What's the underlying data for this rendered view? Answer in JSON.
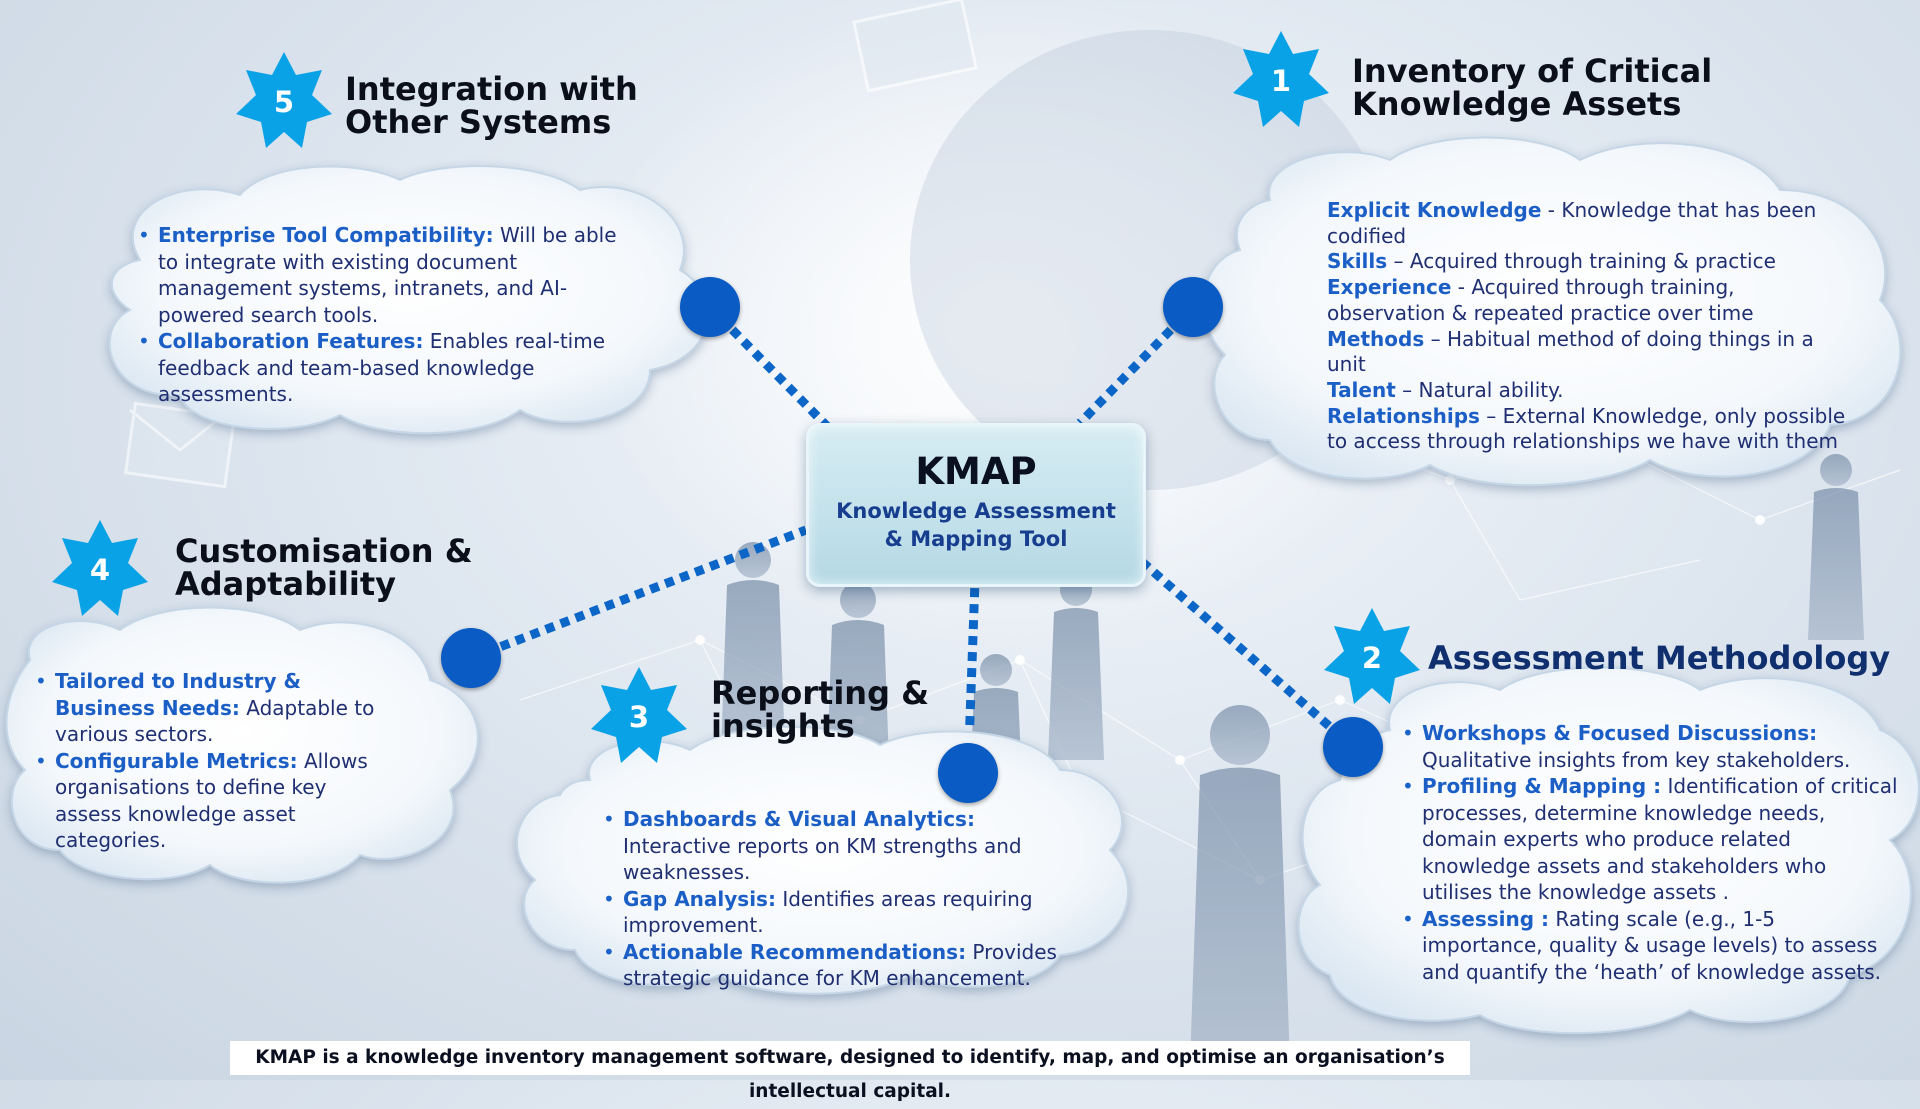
{
  "center": {
    "title": "KMAP",
    "subtitle": "Knowledge Assessment\n& Mapping Tool"
  },
  "sections": {
    "s1": {
      "number": "1",
      "title": "Inventory  of Critical\nKnowledge Assets",
      "items": [
        {
          "term": "Explicit Knowledge",
          "text": " - Knowledge that has been codified"
        },
        {
          "term": "Skills",
          "text": " – Acquired through training & practice"
        },
        {
          "term": "Experience",
          "text": "  - Acquired through training, observation & repeated practice over time"
        },
        {
          "term": "Methods",
          "text": " – Habitual method of doing things in a unit"
        },
        {
          "term": "Talent",
          "text": " – Natural ability."
        },
        {
          "term": "Relationships",
          "text": " – External Knowledge, only possible to access through relationships we have with them"
        }
      ]
    },
    "s2": {
      "number": "2",
      "title": "Assessment Methodology",
      "items": [
        {
          "term": "Workshops & Focused Discussions:",
          "text": " Qualitative insights from key stakeholders."
        },
        {
          "term": "Profiling & Mapping :",
          "text": " Identification of critical processes,  determine knowledge needs, domain experts who  produce related knowledge assets and stakeholders who utilises the knowledge assets ."
        },
        {
          "term": "Assessing :",
          "text": " Rating scale (e.g., 1-5 importance, quality & usage levels) to assess and quantify the ‘heath’ of knowledge assets."
        }
      ]
    },
    "s3": {
      "number": "3",
      "title": "Reporting &\ninsights",
      "items": [
        {
          "term": "Dashboards & Visual Analytics:",
          "text": " Interactive reports on KM strengths and weaknesses."
        },
        {
          "term": "Gap Analysis:",
          "text": " Identifies areas requiring improvement."
        },
        {
          "term": "Actionable Recommendations:",
          "text": " Provides strategic guidance for KM enhancement."
        }
      ]
    },
    "s4": {
      "number": "4",
      "title": "Customisation &\nAdaptability",
      "items": [
        {
          "term": "Tailored to Industry & Business Needs:",
          "text": " Adaptable to various sectors."
        },
        {
          "term": "Configurable Metrics:",
          "text": " Allows organisations to define key assess knowledge asset categories."
        }
      ]
    },
    "s5": {
      "number": "5",
      "title": "Integration with\nOther Systems",
      "items": [
        {
          "term": "Enterprise Tool Compatibility:",
          "text": " Will be able to integrate with existing document management systems, intranets, and AI-powered search tools."
        },
        {
          "term": "Collaboration Features:",
          "text": " Enables real-time feedback and team-based knowledge assessments."
        }
      ]
    }
  },
  "footer": "KMAP is a knowledge inventory management software, designed to identify, map, and optimise an organisation’s intellectual capital.",
  "colors": {
    "badge": "#0aa2e6",
    "node": "#0a5bc4",
    "term": "#1b5fc6",
    "body_text": "#1f2f72",
    "link": "#0b66c8"
  }
}
